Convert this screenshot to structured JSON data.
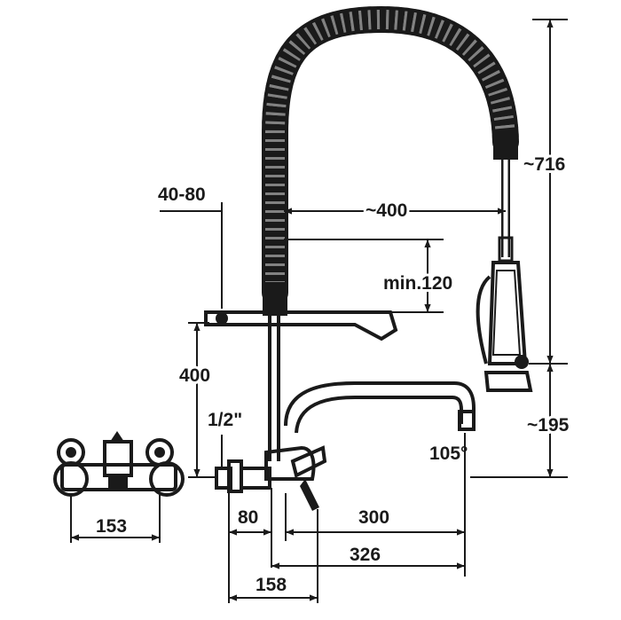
{
  "labels": {
    "wall_offset": "40-80",
    "reach": "~400",
    "total_height": "~716",
    "min_clearance": "min.120",
    "mount_height": "400",
    "thread": "1/2\"",
    "spout_height": "~195",
    "angle": "105°",
    "body_depth": "80",
    "spout_length": "300",
    "spout_reach": "326",
    "inlet_spacing_side": "158",
    "inlet_spacing_front": "153"
  },
  "colors": {
    "ink": "#1a1a1a",
    "background": "#ffffff"
  }
}
